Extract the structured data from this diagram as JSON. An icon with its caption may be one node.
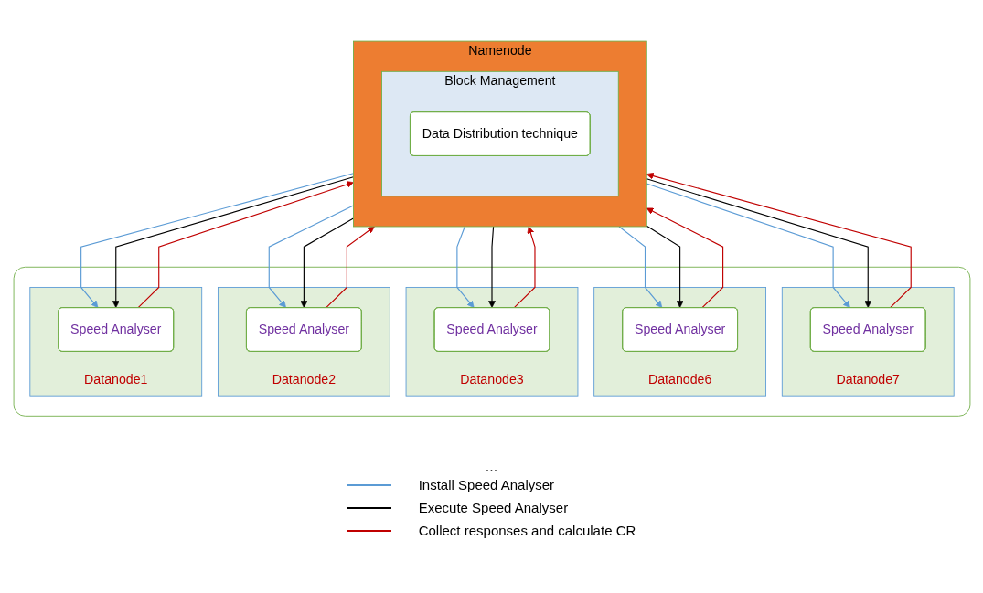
{
  "diagram": {
    "nodes": [
      {
        "text": [
          "Namenode"
        ]
      },
      {
        "text": [
          "Block Management"
        ],
        "in": 0
      },
      {
        "text": [
          "Data Distribution technique"
        ],
        "in": 1
      },
      {
        "text": [],
        "shape": "box"
      },
      {
        "text": [
          "Datanode1"
        ],
        "in": 3
      },
      {
        "text": [
          "Speed Analyser"
        ],
        "in": 4
      },
      {
        "text": [
          "Datanode2"
        ],
        "in": 3
      },
      {
        "text": [
          "Speed Analyser"
        ],
        "in": 6
      },
      {
        "text": [
          "Datanode3"
        ],
        "in": 3
      },
      {
        "text": [
          "Speed Analyser"
        ],
        "in": 8
      },
      {
        "text": [
          "Datanode6"
        ],
        "in": 3
      },
      {
        "text": [
          "Speed Analyser"
        ],
        "in": 10
      },
      {
        "text": [
          "Datanode7"
        ],
        "in": 3
      },
      {
        "text": [
          "Speed Analyser"
        ],
        "in": 12
      }
    ],
    "edges": [
      {
        "from": 0,
        "to": 5,
        "arrow": "to",
        "color": "#5b9bd5"
      },
      {
        "from": 0,
        "to": 5,
        "arrow": "to",
        "color": "#000000"
      },
      {
        "from": 5,
        "to": 0,
        "arrow": "to",
        "color": "#c00000"
      },
      {
        "from": 0,
        "to": 7,
        "arrow": "to",
        "color": "#5b9bd5"
      },
      {
        "from": 0,
        "to": 7,
        "arrow": "to",
        "color": "#000000"
      },
      {
        "from": 7,
        "to": 0,
        "arrow": "to",
        "color": "#c00000"
      },
      {
        "from": 0,
        "to": 9,
        "arrow": "to",
        "color": "#5b9bd5"
      },
      {
        "from": 0,
        "to": 9,
        "arrow": "to",
        "color": "#000000"
      },
      {
        "from": 9,
        "to": 0,
        "arrow": "to",
        "color": "#c00000"
      },
      {
        "from": 0,
        "to": 11,
        "arrow": "to",
        "color": "#5b9bd5"
      },
      {
        "from": 0,
        "to": 11,
        "arrow": "to",
        "color": "#000000"
      },
      {
        "from": 11,
        "to": 0,
        "arrow": "to",
        "color": "#c00000"
      },
      {
        "from": 0,
        "to": 13,
        "arrow": "to",
        "color": "#5b9bd5"
      },
      {
        "from": 0,
        "to": 13,
        "arrow": "to",
        "color": "#000000"
      },
      {
        "from": 13,
        "to": 0,
        "arrow": "to",
        "color": "#c00000"
      }
    ],
    "labels": [
      "..."
    ],
    "legend": [
      {
        "text": "Install Speed Analyser"
      },
      {
        "text": "Execute Speed Analyser"
      },
      {
        "text": "Collect responses and calculate CR"
      }
    ]
  }
}
